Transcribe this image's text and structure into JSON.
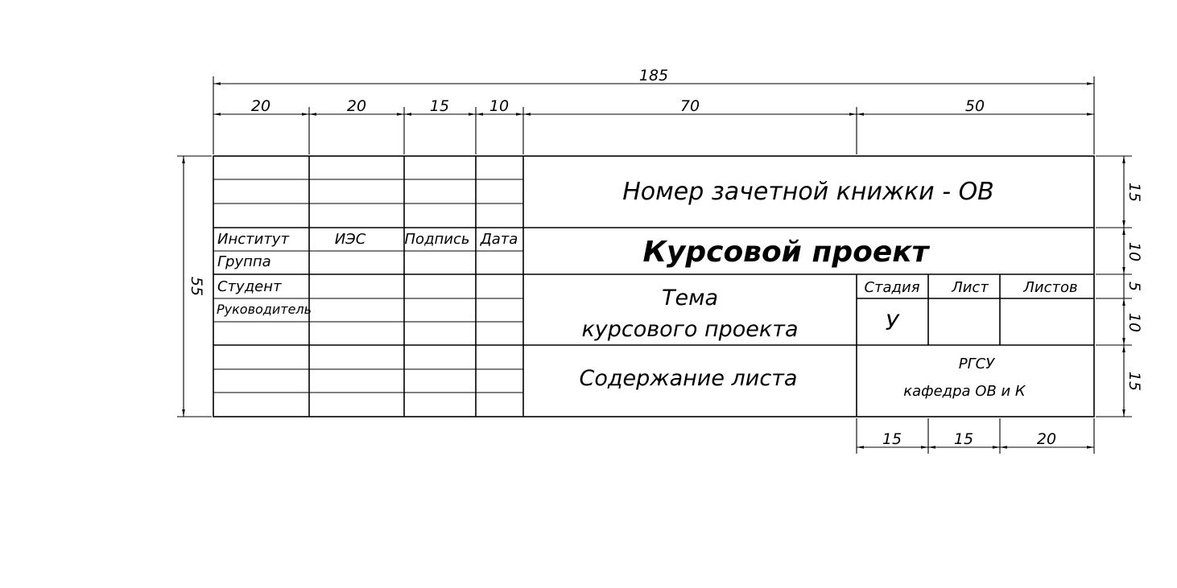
{
  "dimensions": {
    "total_width": "185",
    "top": [
      "20",
      "20",
      "15",
      "10",
      "70",
      "50"
    ],
    "total_height": "55",
    "right": [
      "15",
      "10",
      "5",
      "10",
      "15"
    ],
    "bottom": [
      "15",
      "15",
      "20"
    ]
  },
  "left_labels": {
    "institute": "Институт",
    "institute_value": "ИЭС",
    "signature": "Подпись",
    "date": "Дата",
    "group": "Группа",
    "student": "Студент",
    "supervisor": "Руководитель"
  },
  "main": {
    "record_book": "Номер зачетной книжки - ОВ",
    "project_title": "Курсовой проект",
    "topic_line1": "Тема",
    "topic_line2": "курсового проекта",
    "sheet_content": "Содержание листа"
  },
  "stage_block": {
    "stage_label": "Стадия",
    "sheet_label": "Лист",
    "sheets_label": "Листов",
    "stage_value": "У"
  },
  "org": {
    "line1": "РГСУ",
    "line2": "кафедра ОВ и К"
  }
}
